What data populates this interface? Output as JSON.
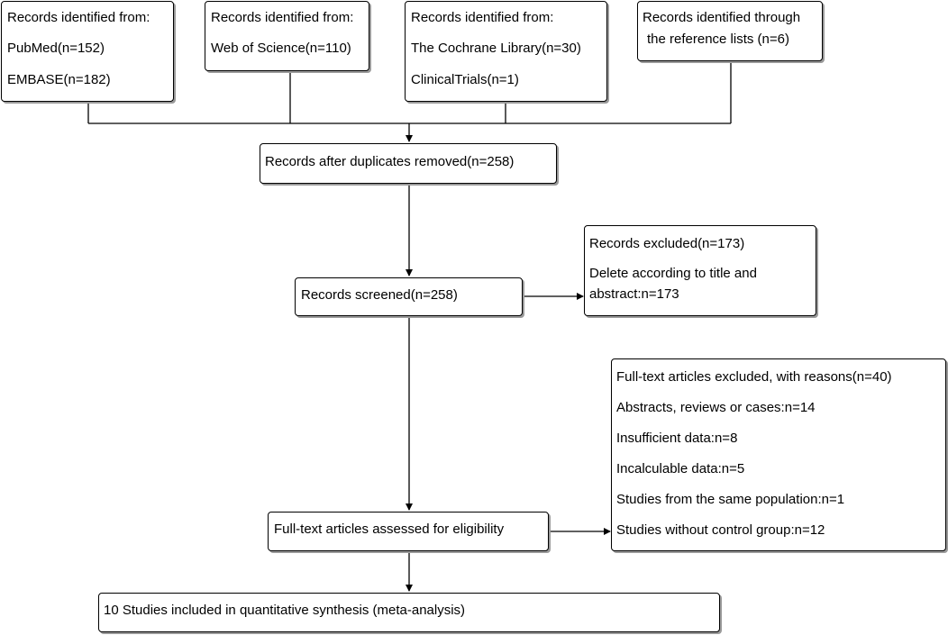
{
  "sources": {
    "pubmed_embase": {
      "heading": "Records identified from:",
      "line1": "PubMed(n=152)",
      "line2": "EMBASE(n=182)"
    },
    "wos": {
      "heading": "Records identified from:",
      "line1": "Web of Science(n=110)"
    },
    "cochrane_trials": {
      "heading": "Records identified from:",
      "line1": "The Cochrane Library(n=30)",
      "line2": "ClinicalTrials(n=1)"
    },
    "reference_lists": {
      "line1": "Records identified through",
      "line2": "the reference lists (n=6)"
    }
  },
  "duplicates": {
    "label": "Records after duplicates removed(n=258)"
  },
  "screened": {
    "label": "Records screened(n=258)"
  },
  "excluded_screening": {
    "line1": "Records excluded(n=173)",
    "line2": "Delete according to title and",
    "line3": "abstract:n=173"
  },
  "fulltext": {
    "label": "Full-text articles assessed for eligibility"
  },
  "excluded_fulltext": {
    "heading": "Full-text articles excluded, with reasons(n=40)",
    "reasons": [
      "Abstracts, reviews or cases:n=14",
      "Insufficient data:n=8",
      "Incalculable data:n=5",
      "Studies from the same population:n=1",
      "Studies without control group:n=12"
    ]
  },
  "included": {
    "label": "10 Studies included in quantitative synthesis (meta-analysis)"
  }
}
